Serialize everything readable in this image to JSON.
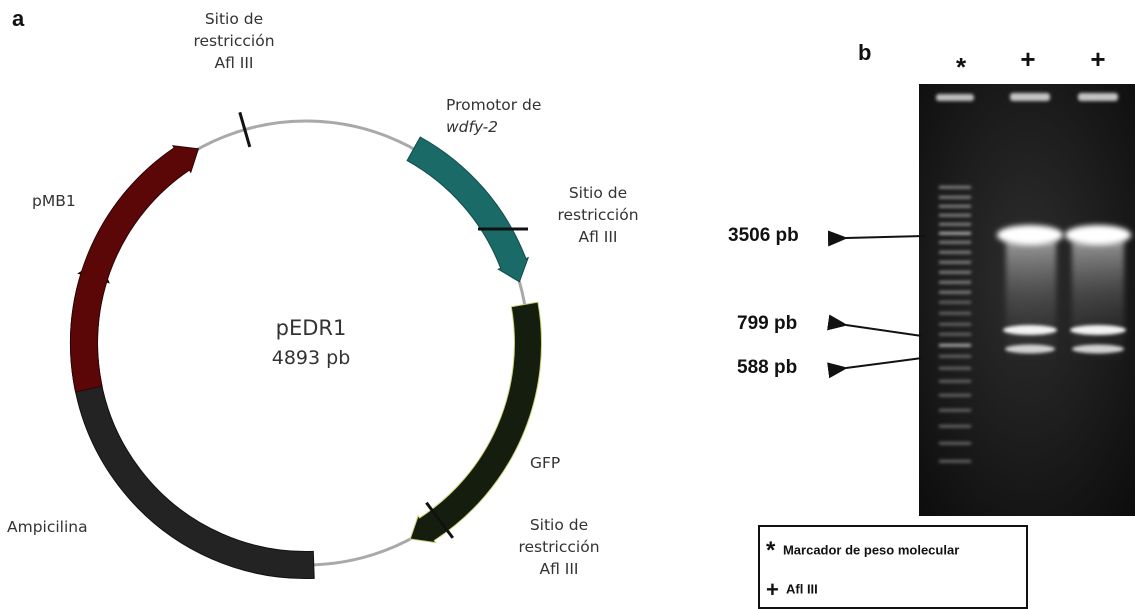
{
  "panel_a": {
    "letter": "a",
    "plasmid_name": "pEDR1",
    "plasmid_size": "4893 pb",
    "features": {
      "promoter_line1": "Promotor de",
      "promoter_line2": "wdfy-2",
      "pmb1": "pMB1",
      "gfp": "GFP",
      "ampicilina": "Ampicilina"
    },
    "sites": {
      "top": [
        "Sitio de",
        "restricción",
        "Afl III"
      ],
      "right": [
        "Sitio de",
        "restricción",
        "Afl III"
      ],
      "bottom": [
        "Sitio de",
        "restricción",
        "Afl III"
      ]
    },
    "colors": {
      "promoter": "#1a6b68",
      "pmb1": "#5c0707",
      "gfp": "#141d0e",
      "ampicilina": "#232323",
      "backbone": "#a9a9a9"
    }
  },
  "panel_b": {
    "letter": "b",
    "lanes": [
      "*",
      "+",
      "+"
    ],
    "size_labels": [
      "3506 pb",
      "799 pb",
      "588 pb"
    ],
    "legend": {
      "marker_symbol": "*",
      "marker_text": "Marcador de peso molecular",
      "enzyme_symbol": "+",
      "enzyme_text": "Afl III"
    }
  }
}
